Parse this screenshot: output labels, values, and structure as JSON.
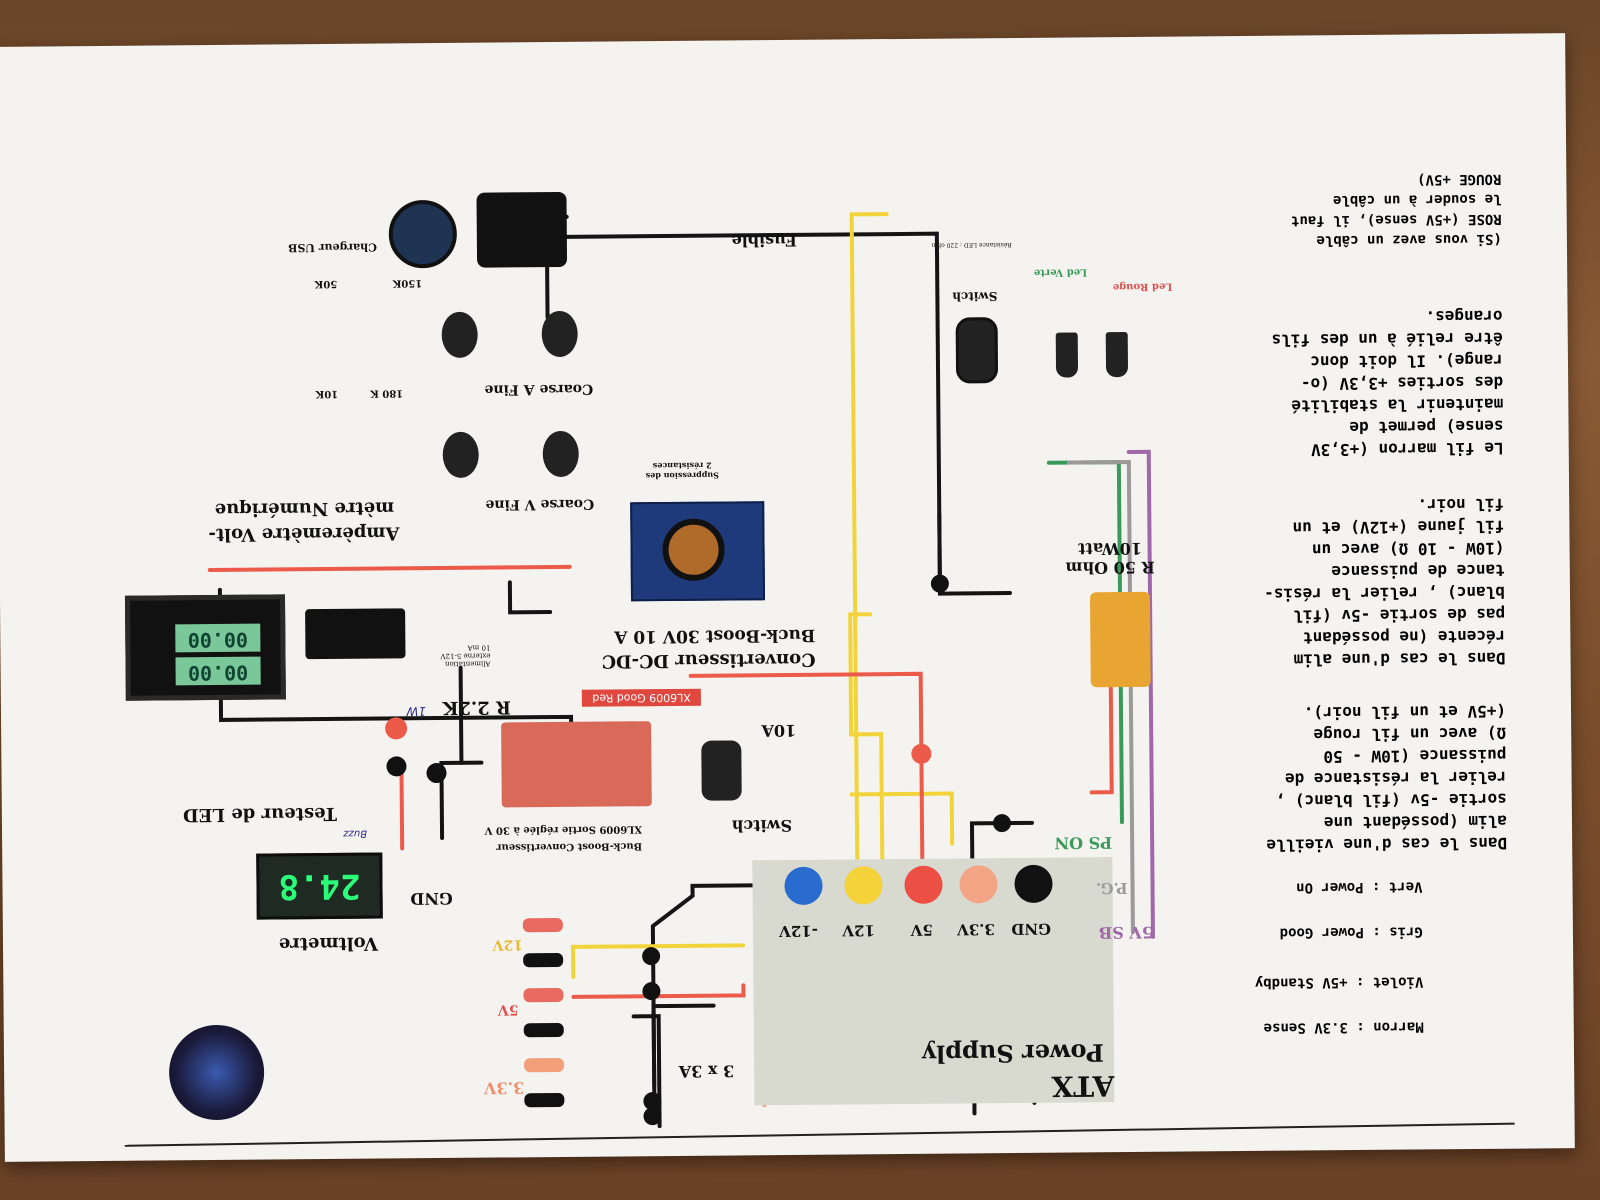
{
  "atx": {
    "title_line1": "ATX",
    "title_line2": "Power Supply",
    "pins": [
      "-12V",
      "12V",
      "5V",
      "3.3V",
      "GND"
    ],
    "side_labels": {
      "ps_on": "PS ON",
      "pg": "P.G.",
      "sb": "5V SB"
    }
  },
  "legend": {
    "items": [
      "Vert : Power On",
      "Gris : Power Good",
      "Violet : +5V Standby",
      "Marron : 3.3V Sense"
    ]
  },
  "notes": {
    "rose": "(Si vous avez un câble\nROSE (+5V sense), il faut\nle souder à un câble\nROUGE +5V)",
    "marron": "Le fil marron (+3,3V\nsense) permet de\nmaintenir la stabilité\ndes sorties +3,3V (o-\nrange). Il doit donc\nêtre relié à un des fils\noranges.",
    "recente": "Dans le cas d'une alim\nrécente (ne possédant\npas de sortie -5v (fil\nblanc) , relier la résis-\ntance de puissance\n(10W - 10 Ω) avec un\nfil jaune (+12V) et un\nfil noir.",
    "vieille": "Dans le cas d'une vieille\nalim (possédant une\nsortie -5v (fil blanc) ,\nrelier la résistance de\npuissance (10W - 50\nΩ) avec un fil rouge\n(+5V et un fil noir)."
  },
  "components": {
    "fuse": "Fusible",
    "usb": "Chargeur USB",
    "switch_top": "Switch",
    "led_rouge": "Led Rouge",
    "led_verte": "Led Verte",
    "resistance_led": "Résistance LED : 220 ohm",
    "resistor": "R 50 Ohm\n10Watt",
    "dcdc_line1": "Convertisseur DC-DC",
    "dcdc_line2": "Buck-Boost 30V 10 A",
    "suppression": "Suppression des\n2 résistances",
    "coarse_a": "Coarse A Fine",
    "coarse_v": "Coarse V Fine",
    "r150k": "150K",
    "r50k": "50K",
    "r180k": "180 K",
    "r10k": "10K",
    "amp_line1": "Ampèremètre Volt-",
    "amp_line2": "mètre Numérique",
    "alimentation": "Alimentation\nexterne 5-12V\n10 mA",
    "xl6009_banner": "XL6009 Good Red",
    "r22k": "R 2.2K",
    "r22k_hand": "1W",
    "amp10": "10A",
    "switch_mid": "Switch",
    "xl6009_line1": "Buck-Boost Convertisseur",
    "xl6009_line2": "XL6009 Sortie réglée à 30 V",
    "led_tester": "Testeur de LED",
    "led_tester_hand": "Buzz",
    "voltmeter": "Voltmetre",
    "voltmeter_display": "24.8",
    "gnd": "GND",
    "out_12v": "12V",
    "out_5v": "5V",
    "out_33v": "3.3V",
    "fuses3": "3 x 3A",
    "amp_display_top": "00.00",
    "amp_display_bottom": "00.00"
  },
  "colors": {
    "wire_black": "#141414",
    "wire_yellow": "#f2d43a",
    "wire_red": "#ec5a4a",
    "wire_orange": "#f3a07a",
    "wire_green": "#3b9a5a",
    "wire_grey": "#9a9a9a",
    "wire_purple": "#a068a8",
    "pin_blue": "#2a6bd0",
    "pin_yellow": "#f3d23a",
    "pin_red": "#ec4f44",
    "pin_orange": "#f4a585",
    "pin_black": "#111111",
    "atx_box": "#d8dad0"
  }
}
